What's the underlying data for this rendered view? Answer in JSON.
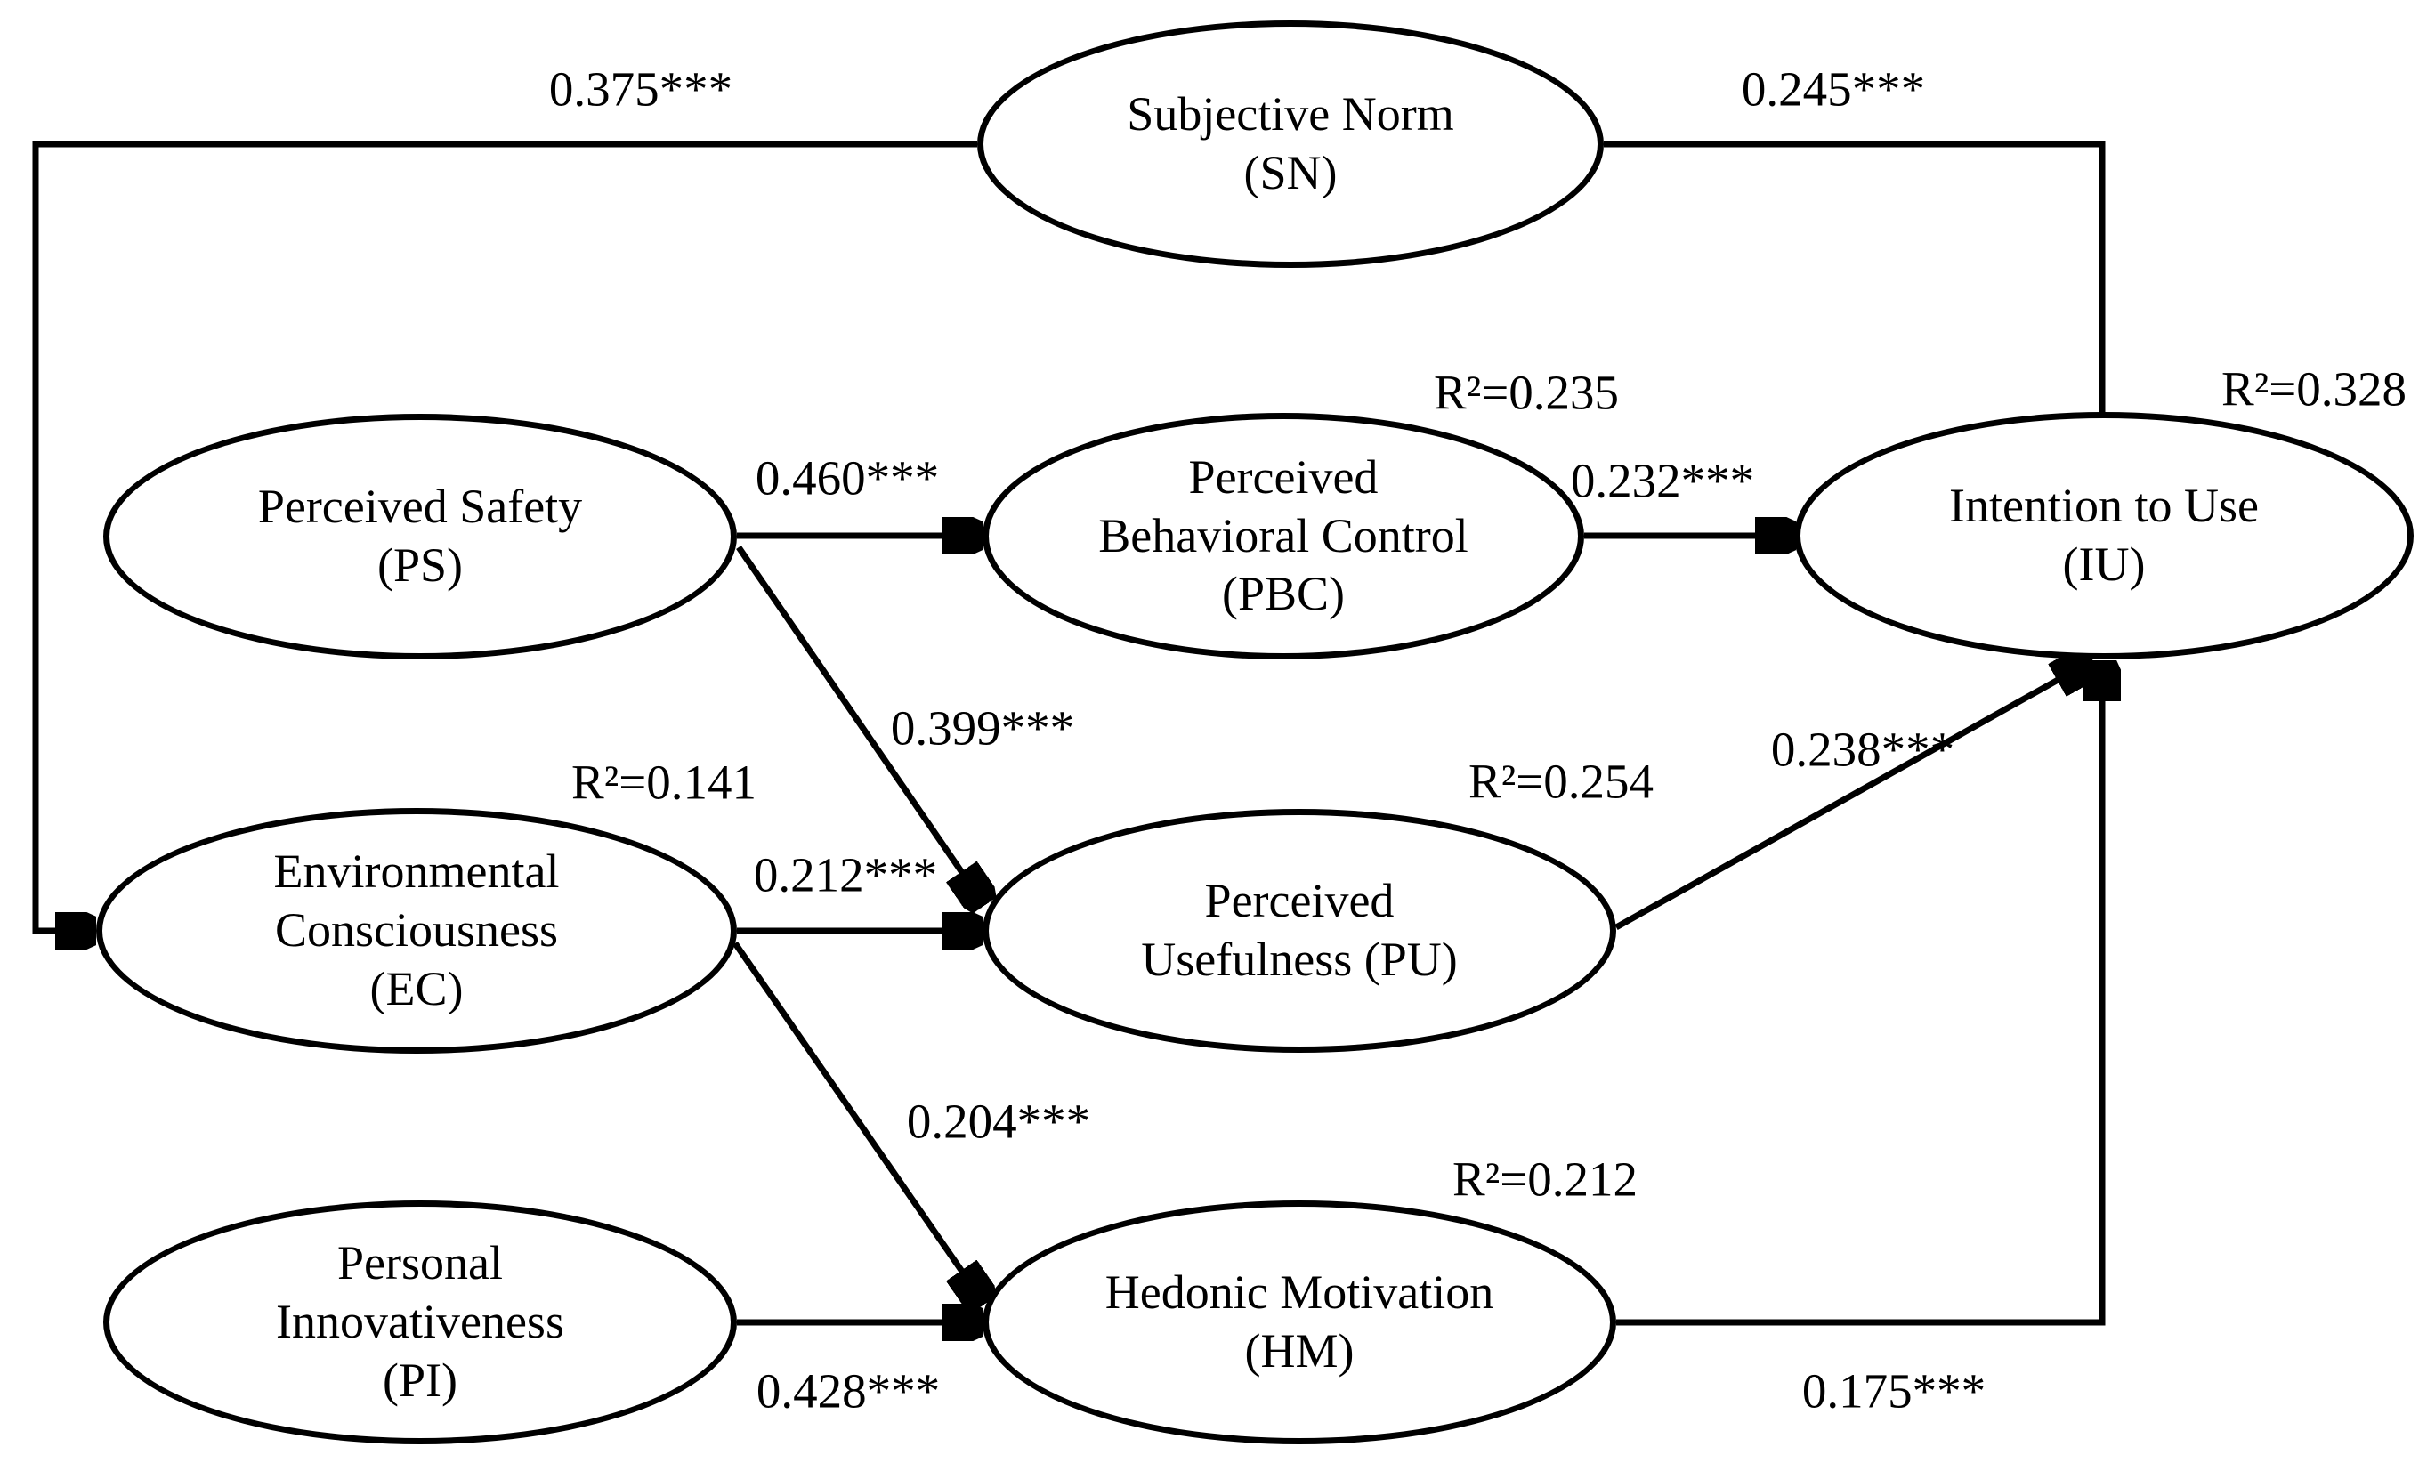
{
  "figure": {
    "background_color": "#ffffff",
    "ink_color": "#000000"
  },
  "nodes": {
    "sn": {
      "lines": [
        "Subjective Norm",
        "(SN)"
      ]
    },
    "ps": {
      "lines": [
        "Perceived Safety",
        "(PS)"
      ]
    },
    "pbc": {
      "lines": [
        "Perceived",
        "Behavioral Control",
        "(PBC)"
      ]
    },
    "iu": {
      "lines": [
        "Intention to Use",
        "(IU)"
      ]
    },
    "ec": {
      "lines": [
        "Environmental",
        "Consciousness",
        "(EC)"
      ]
    },
    "pu": {
      "lines": [
        "Perceived",
        "Usefulness (PU)"
      ]
    },
    "pi": {
      "lines": [
        "Personal",
        "Innovativeness",
        "(PI)"
      ]
    },
    "hm": {
      "lines": [
        "Hedonic Motivation",
        "(HM)"
      ]
    }
  },
  "r2_labels": {
    "pbc": "R²=0.235",
    "iu": "R²=0.328",
    "ec": "R²=0.141",
    "pu": "R²=0.254",
    "hm": "R²=0.212"
  },
  "path_coefficients": {
    "sn_ec": "0.375***",
    "sn_iu": "0.245***",
    "ps_pbc": "0.460***",
    "pbc_iu": "0.232***",
    "ps_pu": "0.399***",
    "ec_pu": "0.212***",
    "pu_iu": "0.238***",
    "ec_hm": "0.204***",
    "pi_hm": "0.428***",
    "hm_iu": "0.175***"
  }
}
